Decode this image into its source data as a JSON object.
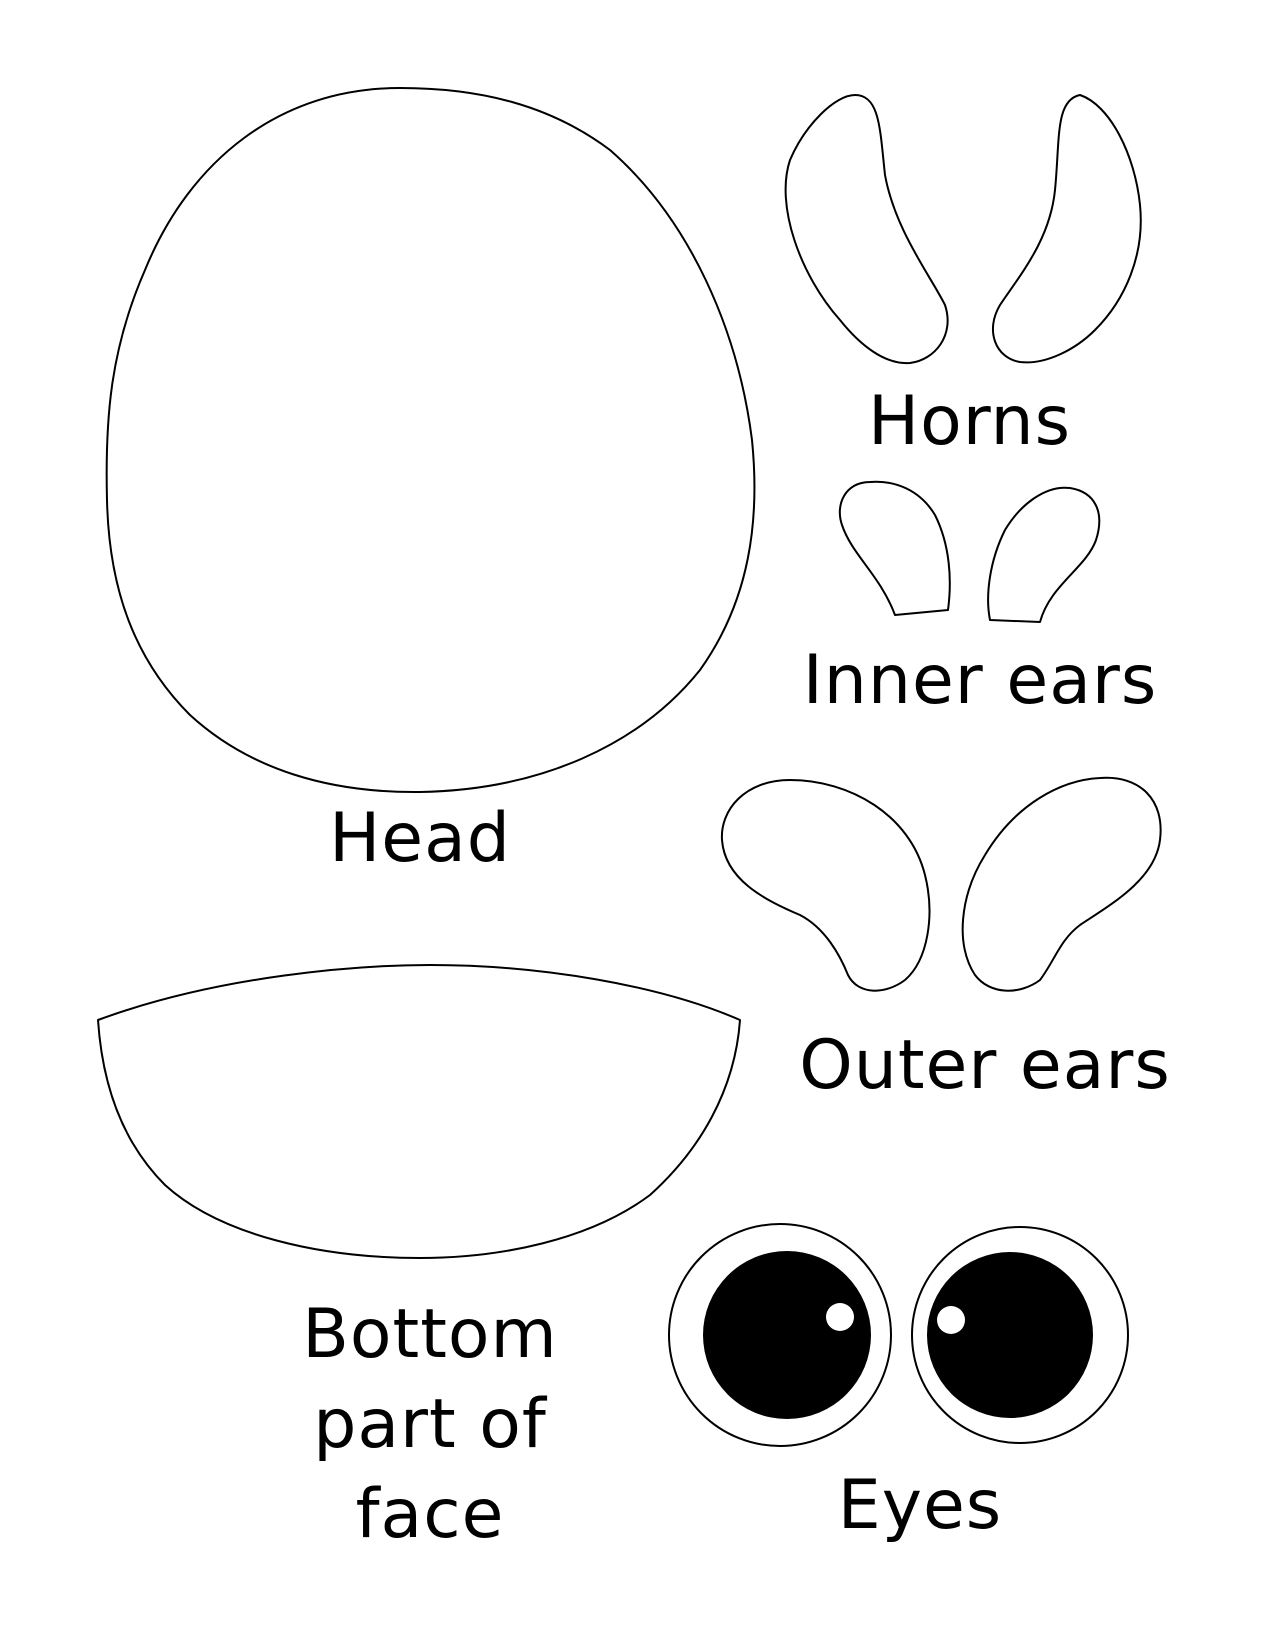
{
  "labels": {
    "horns": "Horns",
    "inner_ears": "Inner ears",
    "head": "Head",
    "outer_ears": "Outer ears",
    "bottom_face": "Bottom\npart of\nface",
    "eyes": "Eyes"
  },
  "colors": {
    "line": "#000000",
    "paper": "#ffffff"
  }
}
